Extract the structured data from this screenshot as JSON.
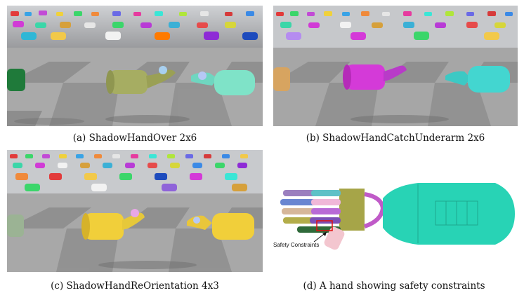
{
  "figure": {
    "panels": [
      {
        "id": "a",
        "caption": "(a) ShadowHandOver 2x6"
      },
      {
        "id": "b",
        "caption": "(b) ShadowHandCatchUnderarm 2x6"
      },
      {
        "id": "c",
        "caption": "(c) ShadowHandReOrientation 4x3"
      },
      {
        "id": "d",
        "caption": "(d) A hand showing safety constraints",
        "annotation": "Safety Constraints"
      }
    ]
  },
  "colors": {
    "sky": "#c9cbcf",
    "floor_light": "#b8b8b8",
    "floor_dark": "#8f8f8f",
    "olive": "#a6ad62",
    "mint": "#7fe3c8",
    "magenta": "#d43ad8",
    "cyan": "#43d6d0",
    "yellow": "#f1cf3a",
    "teal_hull": "#28d3b5",
    "constraint_box": "#e01010"
  }
}
